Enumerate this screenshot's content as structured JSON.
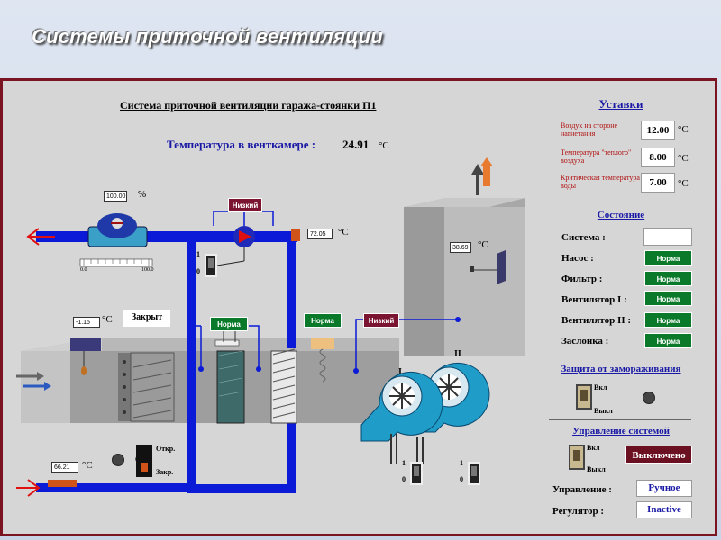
{
  "slide_title": "Системы приточной вентиляции",
  "scheme": {
    "title": "Система приточной вентиляции гаража-стоянки П1",
    "chamber_temp_label": "Температура в венткамере :",
    "chamber_temp_value": "24.91",
    "chamber_temp_unit": "°C",
    "damper_percent": "100.00",
    "percent_unit": "%",
    "scale_left": "0.0",
    "scale_right": "100.0",
    "pump_status": "Низкий",
    "water_temp": "72.05",
    "water_temp_unit": "°C",
    "right_temp": "38.69",
    "right_temp_unit": "°C",
    "outdoor_temp": "-1.15",
    "outdoor_temp_unit": "°C",
    "damper_state": "Закрыт",
    "filter_status_1": "Норма",
    "filter_status_2": "Норма",
    "fan_low_status": "Низкий",
    "return_temp": "66.21",
    "return_temp_unit": "°C",
    "valve_open": "Откр.",
    "valve_close": "Закр.",
    "switch_pump_on": "1",
    "switch_pump_off": "0",
    "fan1_label": "I",
    "fan2_label": "II",
    "fan1_switch_on": "1",
    "fan1_switch_off": "0",
    "fan2_switch_on": "1",
    "fan2_switch_off": "0"
  },
  "setpoints": {
    "heading": "Уставки",
    "items": [
      {
        "label": "Воздух на стороне нагнетания",
        "value": "12.00",
        "unit": "°C"
      },
      {
        "label": "Температура \"теплого\" воздуха",
        "value": "8.00",
        "unit": "°C"
      },
      {
        "label": "Критическая температура воды",
        "value": "7.00",
        "unit": "°C"
      }
    ]
  },
  "state": {
    "heading": "Состояние",
    "items": [
      {
        "label": "Система :",
        "value": ""
      },
      {
        "label": "Насос :",
        "value": "Норма"
      },
      {
        "label": "Фильтр :",
        "value": "Норма"
      },
      {
        "label": "Вентилятор I :",
        "value": "Норма"
      },
      {
        "label": "Вентилятор II :",
        "value": "Норма"
      },
      {
        "label": "Заслонка :",
        "value": "Норма"
      }
    ]
  },
  "freeze": {
    "heading": "Защита от замораживания",
    "on": "Вкл",
    "off": "Выкл"
  },
  "control": {
    "heading": "Управление системой",
    "on": "Вкл",
    "off": "Выкл",
    "system_state": "Выключено",
    "mode_label": "Управление :",
    "mode_value": "Ручное",
    "regulator_label": "Регулятор :",
    "regulator_value": "Inactive"
  },
  "colors": {
    "pipe_blue": "#0a1ad6",
    "status_green": "#0a7a2a",
    "status_maroon": "#7a1430",
    "frame": "#7a1420",
    "arrow_red": "#e01010"
  }
}
